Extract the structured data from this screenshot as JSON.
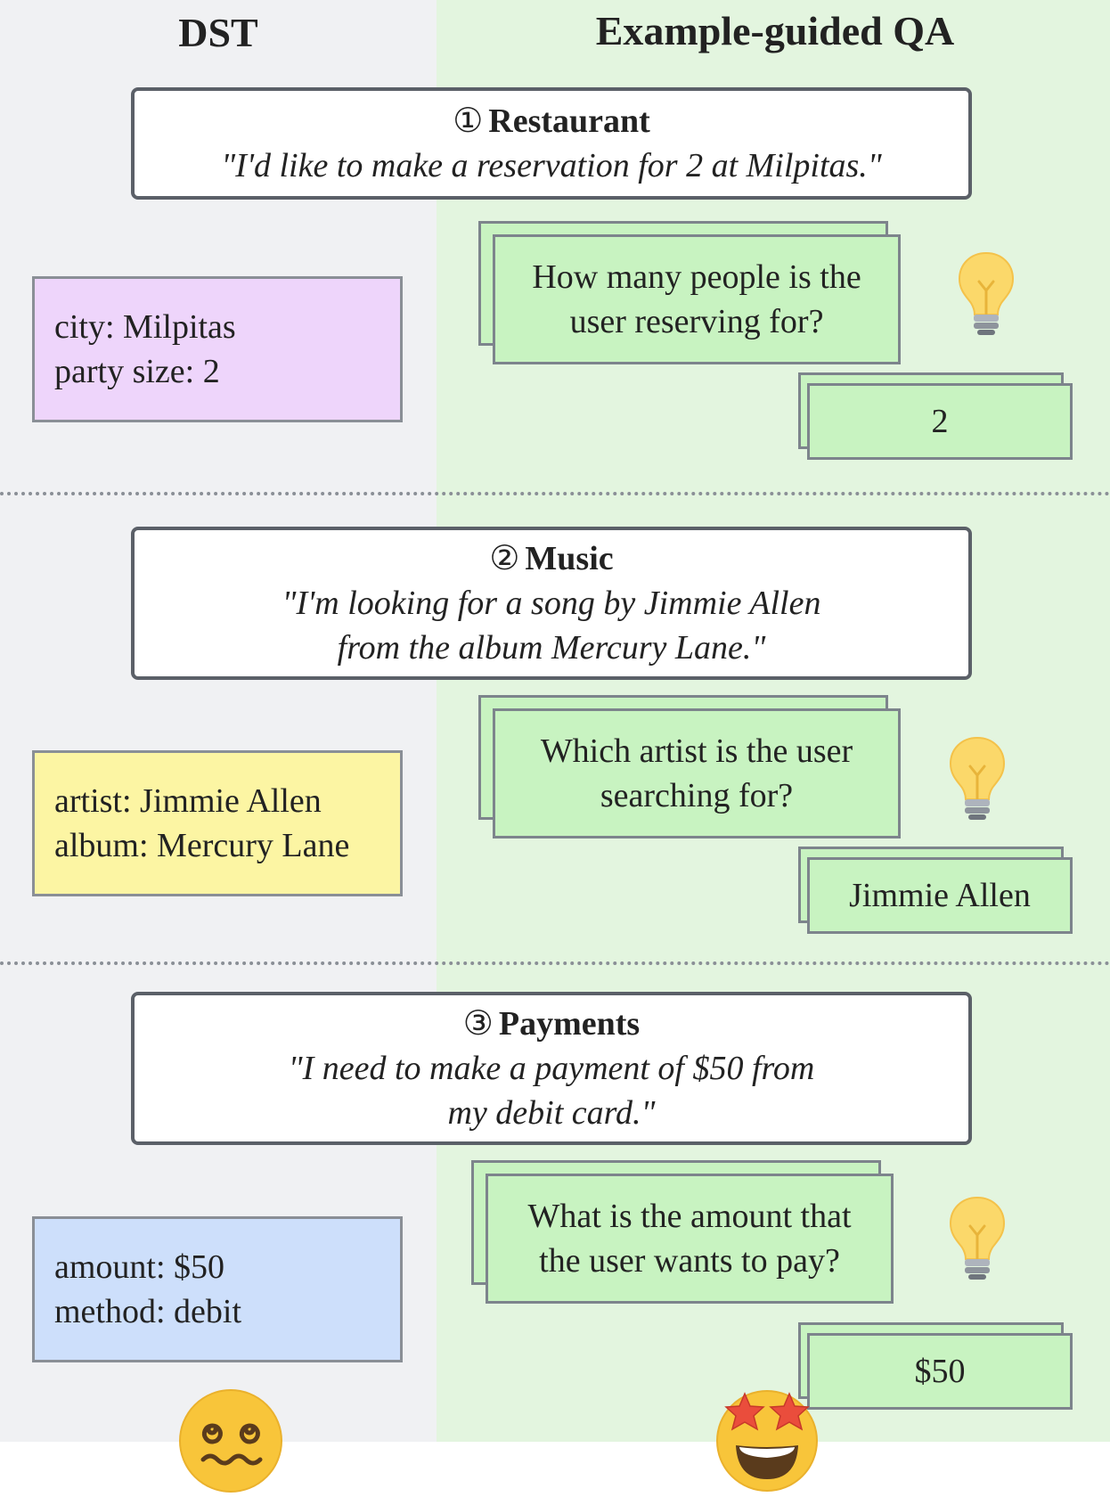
{
  "headers": {
    "left": "DST",
    "right": "Example-guided QA"
  },
  "sections": [
    {
      "number": "①",
      "domain": "Restaurant",
      "utterance": [
        "\"I'd like to make a reservation for 2 at Milpitas.\""
      ],
      "slots": [
        "city: Milpitas",
        "party size: 2"
      ],
      "slot_color": "#eed5fb",
      "question": [
        "How many people is the",
        "user reserving for?"
      ],
      "answer": "2"
    },
    {
      "number": "②",
      "domain": "Music",
      "utterance": [
        "\"I'm looking for a song by Jimmie Allen",
        "from the album Mercury Lane.\""
      ],
      "slots": [
        "artist: Jimmie Allen",
        "album: Mercury Lane"
      ],
      "slot_color": "#fcf5a3",
      "question": [
        "Which artist is the user",
        "searching for?"
      ],
      "answer": "Jimmie Allen"
    },
    {
      "number": "③",
      "domain": "Payments",
      "utterance": [
        "\"I need to make a payment of $50  from",
        "my debit card.\""
      ],
      "slots": [
        "amount: $50",
        "method: debit"
      ],
      "slot_color": "#cddffb",
      "question": [
        "What is the amount that",
        "the user wants to pay?"
      ],
      "answer": "$50"
    }
  ],
  "icons": {
    "hint": "light-bulb-icon",
    "dst_face": "dizzy-face-icon",
    "qa_face": "star-struck-face-icon"
  },
  "colors": {
    "answer_card": "#c8f3c1",
    "dst_bg": "#f0f1f3",
    "qa_bg": "#e3f5df"
  }
}
